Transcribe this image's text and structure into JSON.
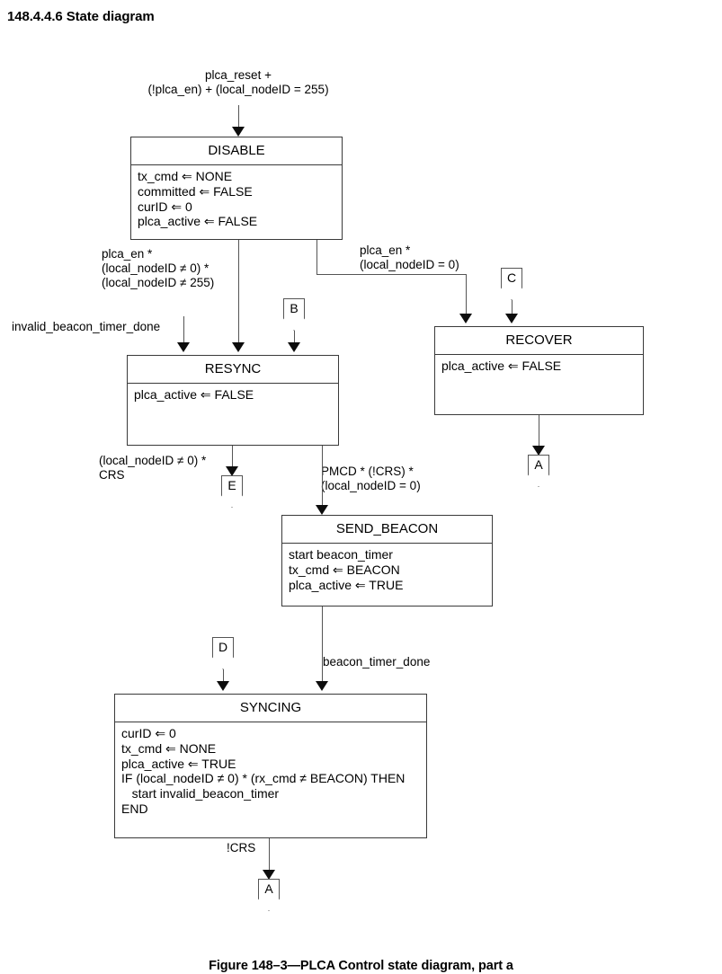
{
  "heading": "148.4.4.6 State diagram",
  "caption": "Figure 148–3—PLCA Control state diagram, part a",
  "diagram": {
    "type": "state-diagram",
    "entry_condition": "plca_reset +\n(!plca_en) + (local_nodeID = 255)",
    "states": [
      {
        "id": "disable",
        "name": "DISABLE",
        "actions": "tx_cmd ⇐ NONE\ncommitted ⇐ FALSE\ncurID ⇐ 0\nplca_active ⇐ FALSE"
      },
      {
        "id": "recover",
        "name": "RECOVER",
        "actions": "plca_active ⇐ FALSE"
      },
      {
        "id": "resync",
        "name": "RESYNC",
        "actions": "plca_active ⇐ FALSE"
      },
      {
        "id": "send_beacon",
        "name": "SEND_BEACON",
        "actions": "start beacon_timer\ntx_cmd ⇐ BEACON\nplca_active ⇐ TRUE"
      },
      {
        "id": "syncing",
        "name": "SYNCING",
        "actions": "curID ⇐ 0\ntx_cmd ⇐ NONE\nplca_active ⇐ TRUE\nIF (local_nodeID ≠ 0) * (rx_cmd ≠ BEACON) THEN\n   start invalid_beacon_timer\nEND"
      }
    ],
    "transitions": {
      "disable_to_resync": "plca_en *\n(local_nodeID ≠ 0) *\n(local_nodeID ≠ 255)",
      "disable_to_recover": "plca_en *\n(local_nodeID = 0)",
      "into_resync_left": "invalid_beacon_timer_done",
      "resync_to_e": "(local_nodeID ≠ 0) *\nCRS",
      "resync_to_send_beacon": "PMCD * (!CRS) *\n(local_nodeID = 0)",
      "send_beacon_to_syncing": "beacon_timer_done",
      "syncing_to_a": "!CRS"
    },
    "connectors": [
      {
        "id": "conn-b",
        "label": "B",
        "direction": "in",
        "target": "resync"
      },
      {
        "id": "conn-c",
        "label": "C",
        "direction": "in",
        "target": "recover"
      },
      {
        "id": "conn-d",
        "label": "D",
        "direction": "in",
        "target": "syncing"
      },
      {
        "id": "conn-e",
        "label": "E",
        "direction": "out",
        "source": "resync"
      },
      {
        "id": "conn-a-recover",
        "label": "A",
        "direction": "out",
        "source": "recover"
      },
      {
        "id": "conn-a-syncing",
        "label": "A",
        "direction": "out",
        "source": "syncing"
      }
    ]
  }
}
